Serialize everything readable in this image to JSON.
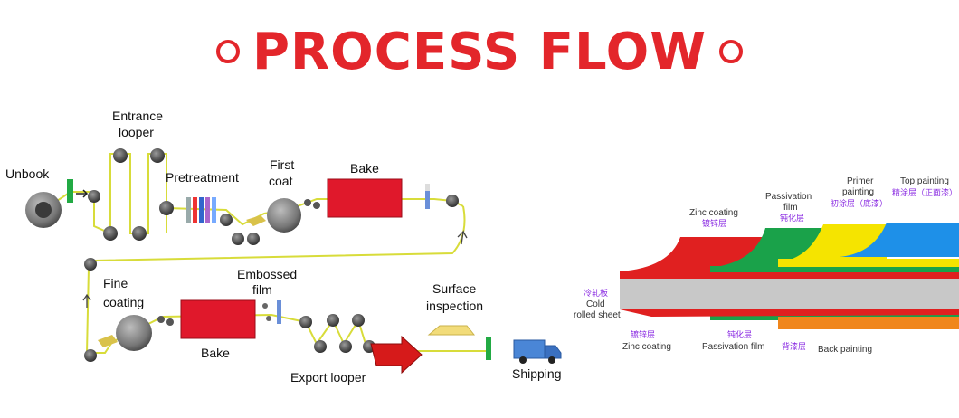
{
  "header": {
    "title": "PROCESS FLOW"
  },
  "flow": {
    "unbook": "Unbook",
    "entrance_looper_1": "Entrance",
    "entrance_looper_2": "looper",
    "pretreatment": "Pretreatment",
    "first_coat_1": "First",
    "first_coat_2": "coat",
    "bake_top": "Bake",
    "fine_coating_1": "Fine",
    "fine_coating_2": "coating",
    "embossed_film_1": "Embossed",
    "embossed_film_2": "film",
    "bake_bottom": "Bake",
    "surface_inspection_1": "Surface",
    "surface_inspection_2": "inspection",
    "export_looper": "Export looper",
    "shipping": "Shipping"
  },
  "layers": {
    "zinc_coating_top": "Zinc coating",
    "zinc_coating_top_cn": "镀锌层",
    "passivation_top_1": "Passivation",
    "passivation_top_2": "film",
    "passivation_top_cn": "钝化层",
    "primer_1": "Primer",
    "primer_2": "painting",
    "primer_cn": "初涂层（底漆）",
    "top_painting": "Top painting",
    "top_painting_cn": "精涂层（正面漆）",
    "cold_cn": "冷轧板",
    "cold_1": "Cold",
    "cold_2": "rolled sheet",
    "zinc_coating_bottom_cn": "镀锌层",
    "zinc_coating_bottom": "Zinc coating",
    "passivation_bottom_cn": "钝化层",
    "passivation_bottom": "Passivation film",
    "back_painting_cn": "背漆层",
    "back_painting": "Back painting",
    "colors": {
      "red": "#e02020",
      "green": "#1aa24a",
      "yellow": "#f5e400",
      "blue": "#1e90e8",
      "orange": "#f0861c",
      "grey": "#c8c8c8"
    }
  }
}
